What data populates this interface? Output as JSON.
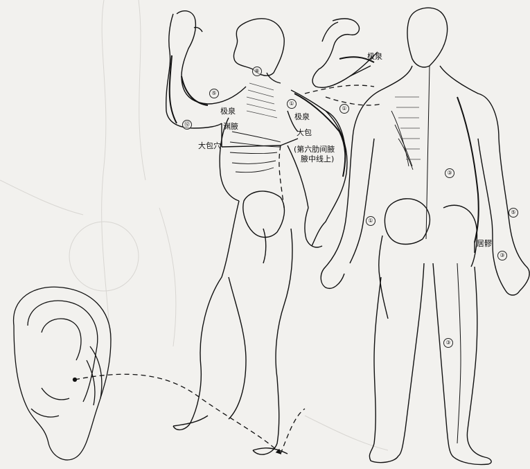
{
  "figure": {
    "point_labels": {
      "jiquan_arm": "极泉",
      "jiquan_axilla": "极泉",
      "jiquan_chest": "极泉",
      "dabao": "大包",
      "dabao_note_line1": "(第六肋间腋",
      "dabao_note_line2": "腋中线上)",
      "yuanye": "渊腋",
      "dabao_side": "大包穴",
      "juliao": "居髎"
    },
    "meridian_markers": {
      "head_8": "⑧",
      "arm_5": "⑤",
      "arm_12": "⑫",
      "chest_1": "①",
      "arm_1": "①",
      "leg_1": "①",
      "back_3": "③",
      "back_5": "⑤",
      "leg_3": "③",
      "foot_3": "③"
    }
  }
}
